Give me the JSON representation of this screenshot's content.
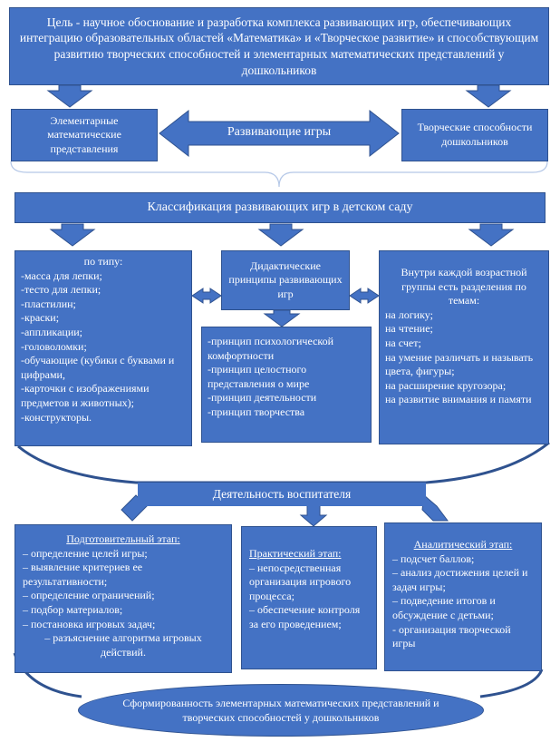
{
  "goal": {
    "text": "Цель - научное обоснование и разработка комплекса развивающих игр, обеспечивающих интеграцию образовательных областей «Математика» и «Творческое развитие» и способствующим развитию творческих способностей и элементарных математических представлений у дошкольников"
  },
  "math_box": {
    "text": "Элементарные математические представления"
  },
  "games_arrow": {
    "text": "Развивающие игры"
  },
  "creative_box": {
    "text": "Творческие способности дошкольников"
  },
  "classification": {
    "text": "Классификация развивающих игр в детском саду"
  },
  "by_type": {
    "title": "по типу:",
    "items": [
      "-масса для лепки;",
      "-тесто для лепки;",
      "-пластилин;",
      "-краски;",
      "-аппликации;",
      "-головоломки;",
      "-обучающие (кубики с буквами и цифрами,",
      "-карточки с изображениями предметов и животных);",
      "-конструкторы."
    ]
  },
  "didactic": {
    "text": "Дидактические принципы развивающих игр"
  },
  "principles": {
    "items": [
      "-принцип психологической комфортности",
      "-принцип целостного представления о мире",
      "-принцип деятельности",
      "-принцип творчества"
    ]
  },
  "age_groups": {
    "title": "Внутри каждой возрастной группы есть разделения по темам:",
    "items": [
      "на логику;",
      "на чтение;",
      "на счет;",
      "на умение различать и называть цвета, фигуры;",
      "на расширение кругозора;",
      "на развитие внимания и памяти"
    ]
  },
  "teacher": {
    "text": "Деятельность воспитателя"
  },
  "prep": {
    "title": "Подготовительный этап:",
    "items": [
      "– определение целей игры;",
      "– выявление критериев ее результативности;",
      "– определение ограничений;",
      "– подбор материалов;",
      "– постановка игровых задач;",
      "– разъяснение алгоритма игровых действий."
    ]
  },
  "practical": {
    "title": "Практический этап:",
    "items": [
      "– непосредственная организация игрового процесса;",
      "– обеспечение контроля за его проведением;"
    ]
  },
  "analytic": {
    "title": "Аналитический этап:",
    "items": [
      "– подсчет баллов;",
      "– анализ достижения целей и задач игры;",
      "– подведение итогов и обсуждение с детьми;",
      "- организация творческой игры"
    ]
  },
  "result": {
    "text": "Сформированность элементарных математических представлений и творческих способностей у дошкольников"
  }
}
